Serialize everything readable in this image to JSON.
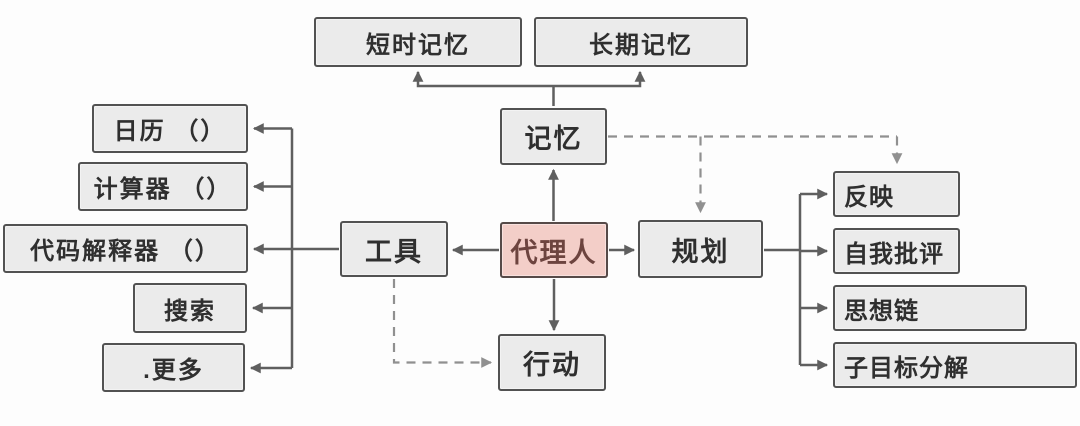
{
  "nodes": {
    "short_term_memory": "短时记忆",
    "long_term_memory": "长期记忆",
    "memory": "记忆",
    "calendar": "日历 （）",
    "calculator": "计算器 （）",
    "code_interpreter": "代码解释器 （）",
    "search": "搜索",
    "more": ".更多",
    "tools": "工具",
    "agent": "代理人",
    "planning": "规划",
    "action": "行动",
    "reflection": "反映",
    "self_criticism": "自我批评",
    "chain_of_thought": "思想链",
    "subgoal_decomposition": "子目标分解"
  },
  "edges": [
    {
      "from": "memory",
      "to": "short_term_memory",
      "style": "solid-arrow"
    },
    {
      "from": "memory",
      "to": "long_term_memory",
      "style": "solid-arrow"
    },
    {
      "from": "agent",
      "to": "memory",
      "style": "solid-arrow"
    },
    {
      "from": "agent",
      "to": "tools",
      "style": "solid-arrow"
    },
    {
      "from": "agent",
      "to": "planning",
      "style": "solid-arrow"
    },
    {
      "from": "agent",
      "to": "action",
      "style": "solid-arrow"
    },
    {
      "from": "tools",
      "to": "calendar",
      "style": "solid-arrow"
    },
    {
      "from": "tools",
      "to": "calculator",
      "style": "solid-arrow"
    },
    {
      "from": "tools",
      "to": "code_interpreter",
      "style": "solid-arrow"
    },
    {
      "from": "tools",
      "to": "search",
      "style": "solid-arrow"
    },
    {
      "from": "tools",
      "to": "more",
      "style": "solid-arrow"
    },
    {
      "from": "planning",
      "to": "reflection",
      "style": "solid-arrow"
    },
    {
      "from": "planning",
      "to": "self_criticism",
      "style": "solid-arrow"
    },
    {
      "from": "planning",
      "to": "chain_of_thought",
      "style": "solid-arrow"
    },
    {
      "from": "planning",
      "to": "subgoal_decomposition",
      "style": "solid-arrow"
    },
    {
      "from": "memory",
      "to": "planning",
      "style": "dashed-arrow"
    },
    {
      "from": "memory",
      "to": "reflection",
      "style": "dashed-arrow"
    },
    {
      "from": "tools",
      "to": "action",
      "style": "dashed-arrow"
    }
  ],
  "colors": {
    "box_fill": "#ebebeb",
    "box_border": "#525252",
    "agent_fill": "#f3cec8",
    "agent_text": "#6d443f",
    "text": "#2f2f2f",
    "connector": "#5f5f5f",
    "dashed_connector": "#909090",
    "background": "#fdfdfd"
  }
}
